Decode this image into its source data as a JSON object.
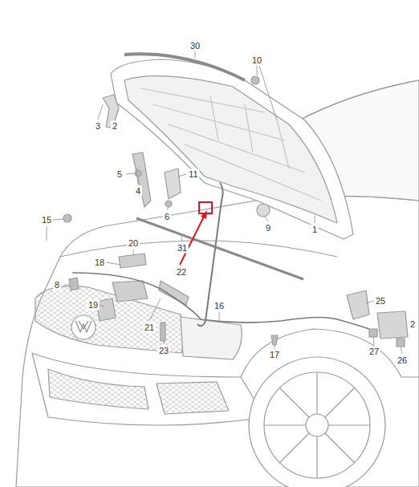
{
  "diagram": {
    "labels": [
      "30",
      "10",
      "3",
      "2",
      "5",
      "11",
      "4",
      "6",
      "15",
      "9",
      "1",
      "20",
      "31",
      "22",
      "18",
      "8",
      "25",
      "19",
      "16",
      "2",
      "21",
      "27",
      "23",
      "26",
      "17"
    ]
  }
}
